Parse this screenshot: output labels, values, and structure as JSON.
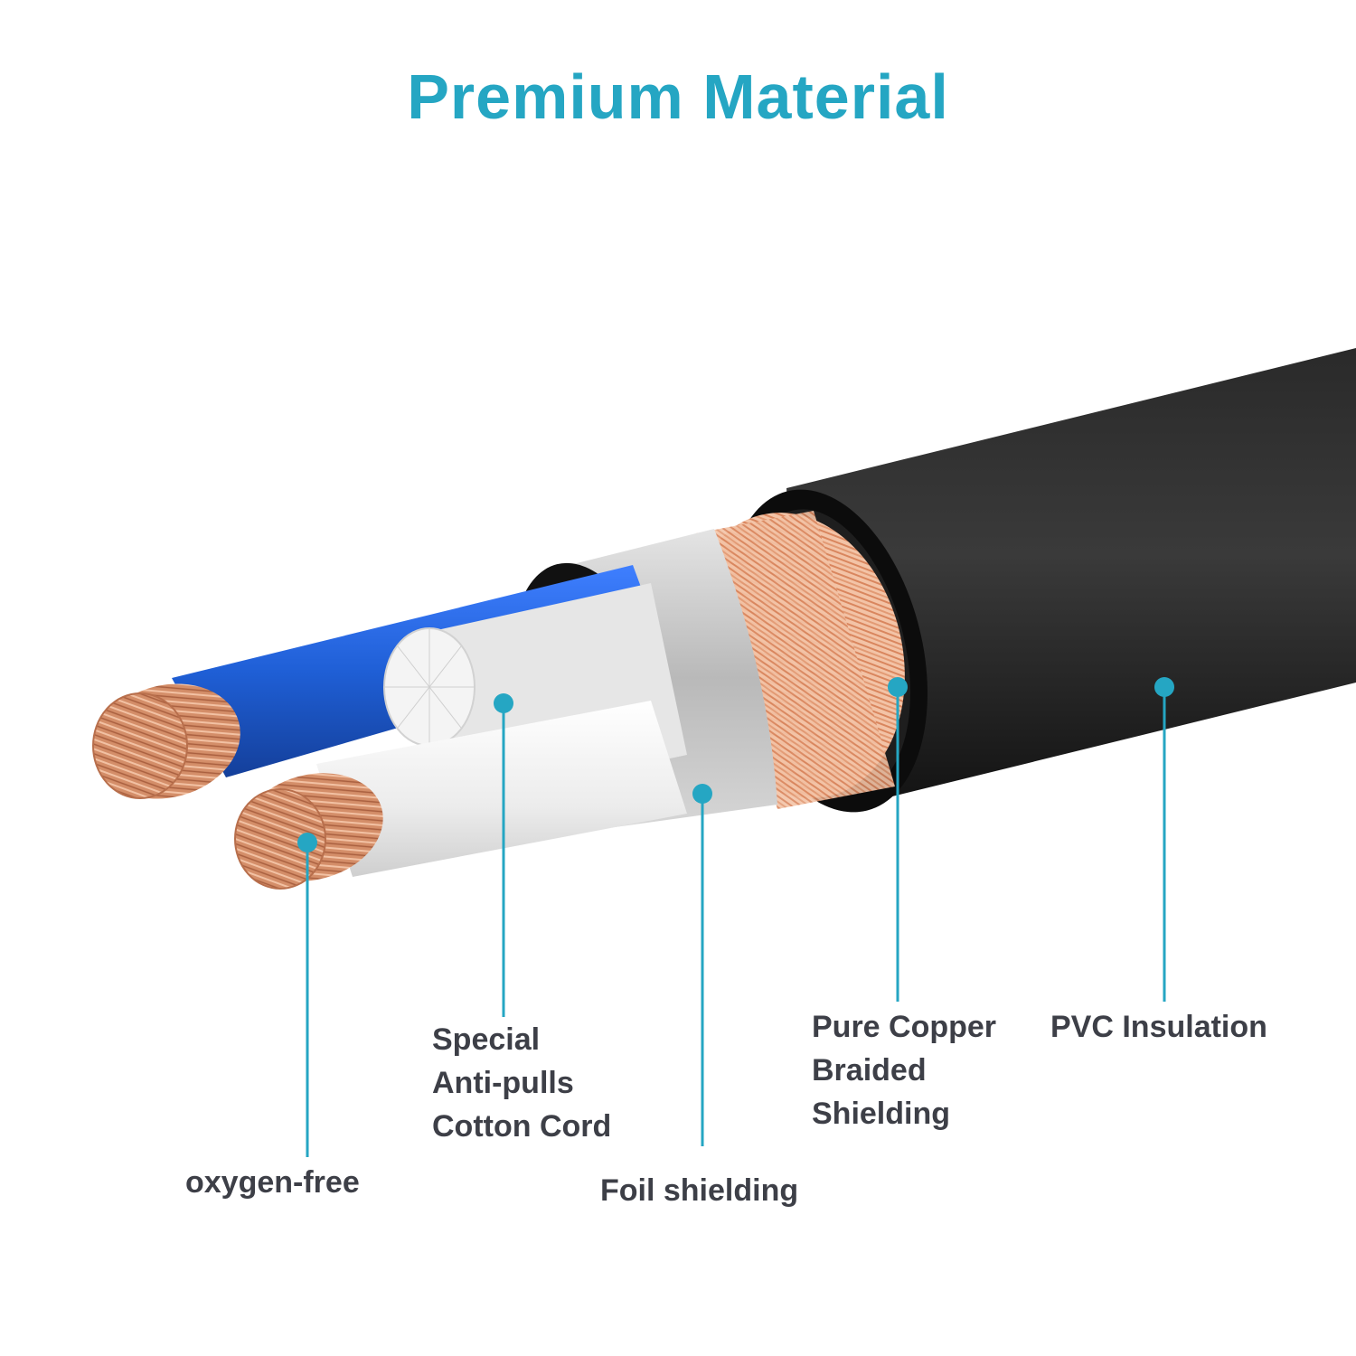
{
  "title": "Premium Material",
  "colors": {
    "accent": "#25a6c3",
    "label_text": "#3d3f47",
    "jacket": "#1a1a1a",
    "copper": "#c9825f",
    "blue_insulation": "#1f5fd6",
    "foil": "#c8c8c8"
  },
  "callouts": [
    {
      "id": "pvc",
      "lines": [
        "PVC Insulation"
      ]
    },
    {
      "id": "braid",
      "lines": [
        "Pure Copper",
        "Braided",
        "Shielding"
      ]
    },
    {
      "id": "foil",
      "lines": [
        "Foil shielding"
      ]
    },
    {
      "id": "cord",
      "lines": [
        "Special",
        "Anti-pulls",
        "Cotton Cord"
      ]
    },
    {
      "id": "conductor",
      "lines": [
        "oxygen-free"
      ]
    }
  ]
}
